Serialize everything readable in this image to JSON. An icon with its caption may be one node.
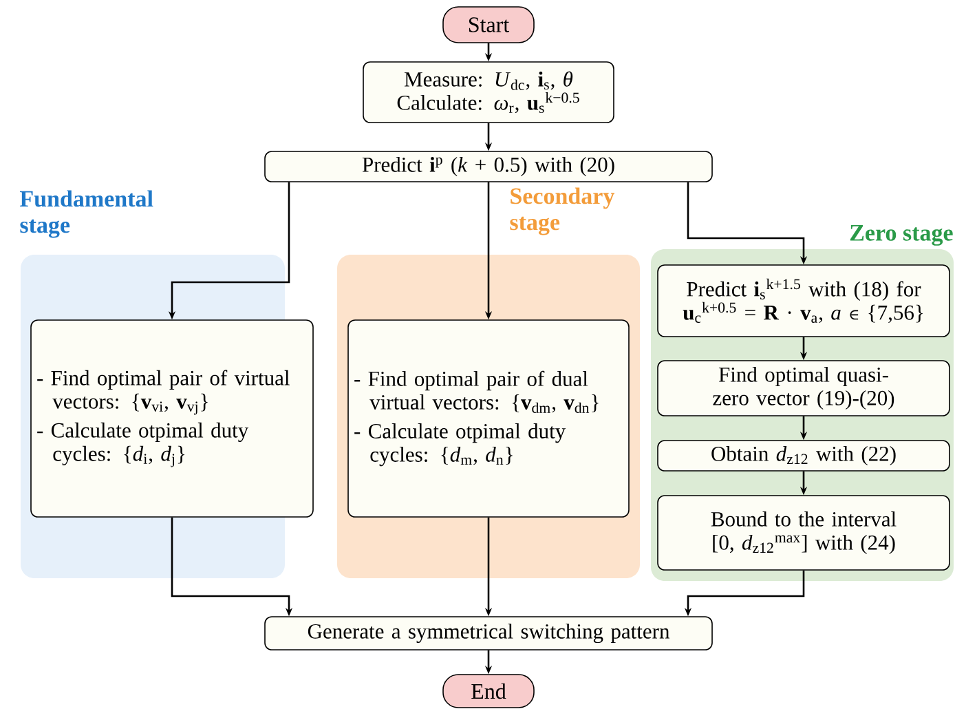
{
  "diagram": {
    "nodes": [
      {
        "text": [
          "Start"
        ]
      },
      {
        "text": [
          "Measure: *U*$_{dc}$, **i**$_{s}$, *θ*",
          "Calculate: *ω*$_{r}$, **u**$_{s}$$^{k−0.5}$"
        ]
      },
      {
        "text": [
          "Predict **i**$^{p}$ (*k* + 0.5) with (20)"
        ]
      },
      {
        "text": [
          "Fundamental stage"
        ]
      },
      {
        "text": [
          "- Find optimal pair of virtual vectors: {**v**$_{vi}$, **v**$_{vj}$}",
          "- Calculate otpimal duty cycles: {*d*$_{i}$, *d*$_{j}$}"
        ],
        "in": 3
      },
      {
        "text": [
          "Secondary stage"
        ]
      },
      {
        "text": [
          "- Find optimal pair of dual virtual vectors: {**v**$_{dm}$, **v**$_{dn}$}",
          "- Calculate otpimal duty cycles: {*d*$_{m}$, *d*$_{n}$}"
        ],
        "in": 5
      },
      {
        "text": [
          "Zero stage"
        ]
      },
      {
        "text": [
          "Predict **i**$_{s}$$^{k+1.5}$ with (18) for **u**$_{c}$$^{k+0.5}$ = **R** · **v**$_{a}$, *a* ∈ {7,56}"
        ],
        "in": 7
      },
      {
        "text": [
          "Find optimal quasi-zero vector (19)-(20)"
        ],
        "in": 7
      },
      {
        "text": [
          "Obtain *d*$_{z12}$ with (22)"
        ],
        "in": 7
      },
      {
        "text": [
          "Bound to the interval [0, *d*$_{z12}$$^{max}$] with (24)"
        ],
        "in": 7
      },
      {
        "text": [
          "Generate a symmetrical switching pattern"
        ]
      },
      {
        "text": [
          "End"
        ]
      }
    ],
    "edges": [
      {
        "from": 0,
        "to": 1,
        "arrow": "to"
      },
      {
        "from": 1,
        "to": 2,
        "arrow": "to"
      },
      {
        "from": 2,
        "to": 4,
        "arrow": "to"
      },
      {
        "from": 2,
        "to": 6,
        "arrow": "to"
      },
      {
        "from": 2,
        "to": 8,
        "arrow": "to"
      },
      {
        "from": 8,
        "to": 9,
        "arrow": "to"
      },
      {
        "from": 9,
        "to": 10,
        "arrow": "to"
      },
      {
        "from": 10,
        "to": 11,
        "arrow": "to"
      },
      {
        "from": 4,
        "to": 12,
        "arrow": "to"
      },
      {
        "from": 6,
        "to": 12,
        "arrow": "to"
      },
      {
        "from": 11,
        "to": 12,
        "arrow": "to"
      },
      {
        "from": 12,
        "to": 13,
        "arrow": "to"
      }
    ]
  }
}
